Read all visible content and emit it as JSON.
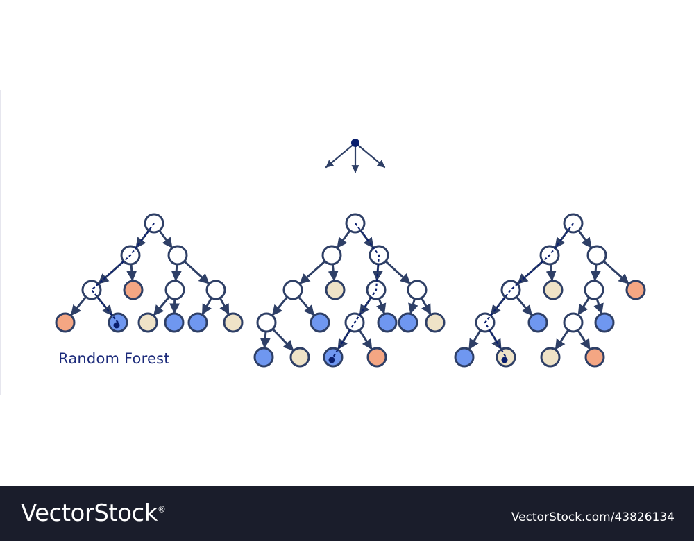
{
  "caption": "Random Forest",
  "footer": {
    "brand": "VectorStock",
    "registered": "®",
    "image_id": "VectorStock.com/43826134"
  },
  "colors": {
    "stroke": "#2e3f66",
    "path": "#0a1f6e",
    "internal": "#ffffff",
    "orange": "#f4a683",
    "beige": "#efe3c7",
    "blue": "#6f97f0",
    "footer_bg": "#1a1d2b"
  },
  "icons": {
    "top": "split-arrows-icon"
  },
  "trees": [
    {
      "name": "tree-1",
      "nodes": [
        {
          "id": "r",
          "c": "internal"
        },
        {
          "id": "a",
          "c": "internal"
        },
        {
          "id": "b",
          "c": "internal"
        },
        {
          "id": "c",
          "c": "internal"
        },
        {
          "id": "d",
          "c": "orange"
        },
        {
          "id": "e",
          "c": "internal"
        },
        {
          "id": "f",
          "c": "internal"
        },
        {
          "id": "g",
          "c": "orange"
        },
        {
          "id": "h",
          "c": "blue",
          "marked": true
        },
        {
          "id": "i",
          "c": "beige"
        },
        {
          "id": "j",
          "c": "blue"
        },
        {
          "id": "k",
          "c": "blue"
        },
        {
          "id": "l",
          "c": "beige"
        }
      ],
      "edges": [
        [
          "r",
          "a"
        ],
        [
          "r",
          "b"
        ],
        [
          "a",
          "c"
        ],
        [
          "a",
          "d"
        ],
        [
          "b",
          "e"
        ],
        [
          "b",
          "f"
        ],
        [
          "c",
          "g"
        ],
        [
          "c",
          "h"
        ],
        [
          "e",
          "i"
        ],
        [
          "e",
          "j"
        ],
        [
          "f",
          "k"
        ],
        [
          "f",
          "l"
        ]
      ],
      "path": [
        "r",
        "a",
        "c",
        "h"
      ]
    },
    {
      "name": "tree-2",
      "nodes": [
        {
          "id": "r",
          "c": "internal"
        },
        {
          "id": "a",
          "c": "internal"
        },
        {
          "id": "b",
          "c": "internal"
        },
        {
          "id": "c",
          "c": "internal"
        },
        {
          "id": "d",
          "c": "beige"
        },
        {
          "id": "e",
          "c": "internal"
        },
        {
          "id": "f",
          "c": "internal"
        },
        {
          "id": "g",
          "c": "internal"
        },
        {
          "id": "h",
          "c": "blue"
        },
        {
          "id": "i",
          "c": "internal"
        },
        {
          "id": "j",
          "c": "blue"
        },
        {
          "id": "k",
          "c": "blue"
        },
        {
          "id": "l",
          "c": "beige"
        },
        {
          "id": "m",
          "c": "blue"
        },
        {
          "id": "n",
          "c": "beige"
        },
        {
          "id": "o",
          "c": "blue",
          "marked": true
        },
        {
          "id": "p",
          "c": "orange"
        }
      ],
      "edges": [
        [
          "r",
          "a"
        ],
        [
          "r",
          "b"
        ],
        [
          "a",
          "c"
        ],
        [
          "a",
          "d"
        ],
        [
          "b",
          "e"
        ],
        [
          "b",
          "f"
        ],
        [
          "c",
          "g"
        ],
        [
          "c",
          "h"
        ],
        [
          "e",
          "i"
        ],
        [
          "e",
          "j"
        ],
        [
          "f",
          "k"
        ],
        [
          "f",
          "l"
        ],
        [
          "g",
          "m"
        ],
        [
          "g",
          "n"
        ],
        [
          "i",
          "o"
        ],
        [
          "i",
          "p"
        ]
      ],
      "path": [
        "r",
        "b",
        "e",
        "i",
        "o"
      ]
    },
    {
      "name": "tree-3",
      "nodes": [
        {
          "id": "r",
          "c": "internal"
        },
        {
          "id": "a",
          "c": "internal"
        },
        {
          "id": "b",
          "c": "internal"
        },
        {
          "id": "c",
          "c": "internal"
        },
        {
          "id": "d",
          "c": "beige"
        },
        {
          "id": "e",
          "c": "internal"
        },
        {
          "id": "f",
          "c": "orange"
        },
        {
          "id": "g",
          "c": "internal"
        },
        {
          "id": "h",
          "c": "blue"
        },
        {
          "id": "i",
          "c": "internal"
        },
        {
          "id": "j",
          "c": "blue"
        },
        {
          "id": "k",
          "c": "blue"
        },
        {
          "id": "l",
          "c": "beige",
          "marked": true
        },
        {
          "id": "m",
          "c": "beige"
        },
        {
          "id": "n",
          "c": "orange"
        }
      ],
      "edges": [
        [
          "r",
          "a"
        ],
        [
          "r",
          "b"
        ],
        [
          "a",
          "c"
        ],
        [
          "a",
          "d"
        ],
        [
          "b",
          "e"
        ],
        [
          "b",
          "f"
        ],
        [
          "c",
          "g"
        ],
        [
          "c",
          "h"
        ],
        [
          "e",
          "i"
        ],
        [
          "e",
          "j"
        ],
        [
          "g",
          "k"
        ],
        [
          "g",
          "l"
        ],
        [
          "i",
          "m"
        ],
        [
          "i",
          "n"
        ]
      ],
      "path": [
        "r",
        "a",
        "c",
        "g",
        "l"
      ]
    }
  ]
}
